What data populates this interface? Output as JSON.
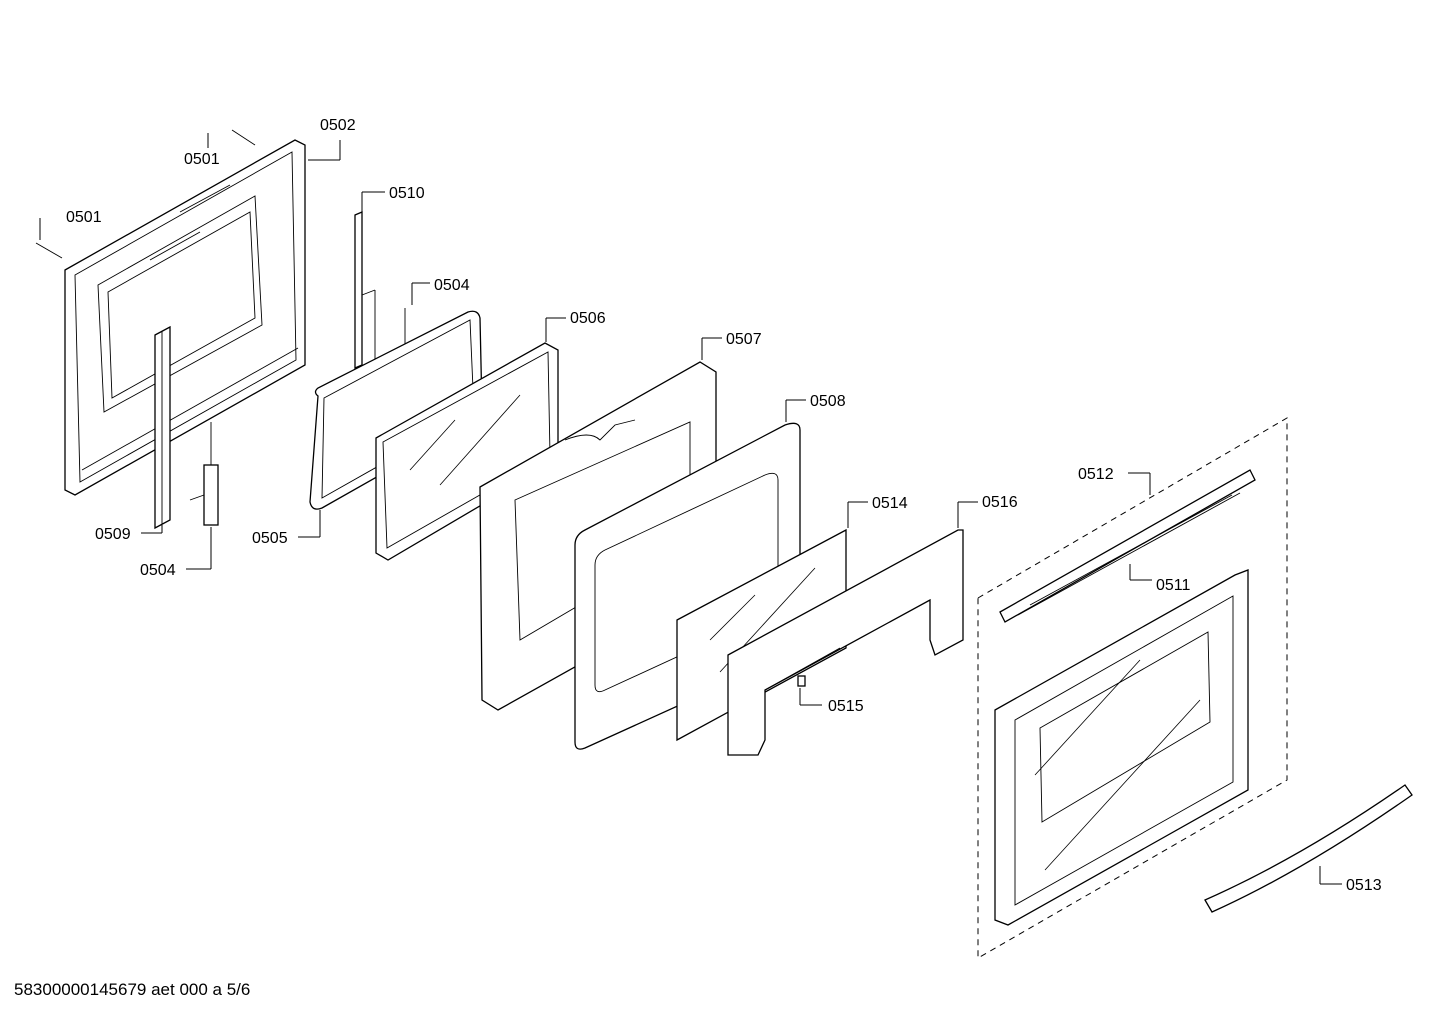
{
  "diagram": {
    "labels": [
      "0501",
      "0502",
      "0501",
      "0510",
      "0504",
      "0506",
      "0507",
      "0508",
      "0512",
      "0511",
      "0514",
      "0516",
      "0509",
      "0504",
      "0505",
      "0515",
      "0513"
    ]
  },
  "footer": {
    "reference": "58300000145679 aet 000 a 5/6"
  }
}
